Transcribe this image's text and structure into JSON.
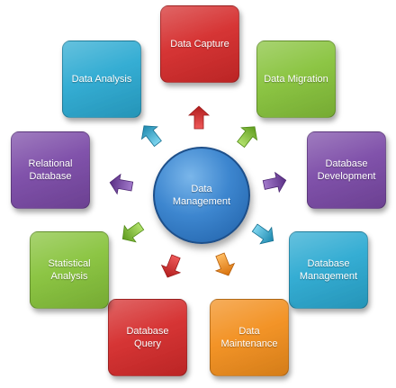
{
  "center": {
    "label": "Data\nManagement",
    "color": "#3d86cf"
  },
  "nodes": [
    {
      "id": "data-capture",
      "label": "Data Capture",
      "color": "#d42a2a"
    },
    {
      "id": "data-migration",
      "label": "Data Migration",
      "color": "#86c23a"
    },
    {
      "id": "database-development",
      "label": "Database\nDevelopment",
      "color": "#7a49a6"
    },
    {
      "id": "database-management",
      "label": "Database\nManagement",
      "color": "#2aa9d1"
    },
    {
      "id": "data-maintenance",
      "label": "Data\nMaintenance",
      "color": "#f28e1c"
    },
    {
      "id": "database-query",
      "label": "Database\nQuery",
      "color": "#d42a2a"
    },
    {
      "id": "statistical-analysis",
      "label": "Statistical\nAnalysis",
      "color": "#86c23a"
    },
    {
      "id": "relational-database",
      "label": "Relational\nDatabase",
      "color": "#7a49a6"
    },
    {
      "id": "data-analysis",
      "label": "Data Analysis",
      "color": "#2aa9d1"
    }
  ]
}
